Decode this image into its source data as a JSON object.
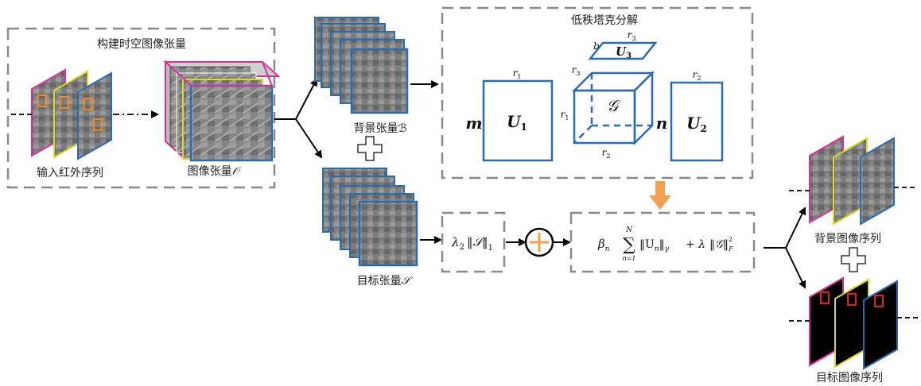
{
  "stage1": {
    "title": "构建时空图像张量",
    "input_label": "输入红外序列",
    "tensor_label": "图像张量",
    "tensor_symbol": "𝒪"
  },
  "branches": {
    "background_label": "背景张量",
    "background_symbol": "ℬ",
    "target_label": "目标张量",
    "target_symbol": "𝒮"
  },
  "tucker": {
    "title": "低秩塔克分解",
    "u1": "U",
    "u1_sub": "1",
    "u2": "U",
    "u2_sub": "2",
    "u3": "U",
    "u3_sub": "3",
    "core": "𝒢",
    "dim_m": "m",
    "dim_n": "n",
    "dim_b": "b",
    "r1": "r",
    "r1_sub": "1",
    "r2": "r",
    "r2_sub": "2",
    "r3": "r",
    "r3_sub": "3"
  },
  "objective": {
    "left_lambda": "λ",
    "left_lambda_sub": "2",
    "left_norm": "‖𝒮‖",
    "left_norm_sub": "1",
    "beta": "β",
    "beta_sub": "n",
    "sum": "∑",
    "sum_top": "N",
    "sum_bottom": "n=1",
    "term1": "‖U",
    "term1_sub": "n",
    "term1_close": "‖",
    "term1_norm_sub": "γ",
    "plus": "+ λ",
    "term2": "‖𝒢‖",
    "term2_sup": "2",
    "term2_sub": "F"
  },
  "outputs": {
    "background_seq_label": "背景图像序列",
    "target_seq_label": "目标图像序列"
  },
  "colors": {
    "frame_blue": "#2b6cb0",
    "frame_magenta": "#d6339a",
    "frame_yellow": "#d9d92a",
    "dashed_box": "#8a8a8a",
    "accent_orange": "#f0a050",
    "target_red": "#e02020"
  }
}
